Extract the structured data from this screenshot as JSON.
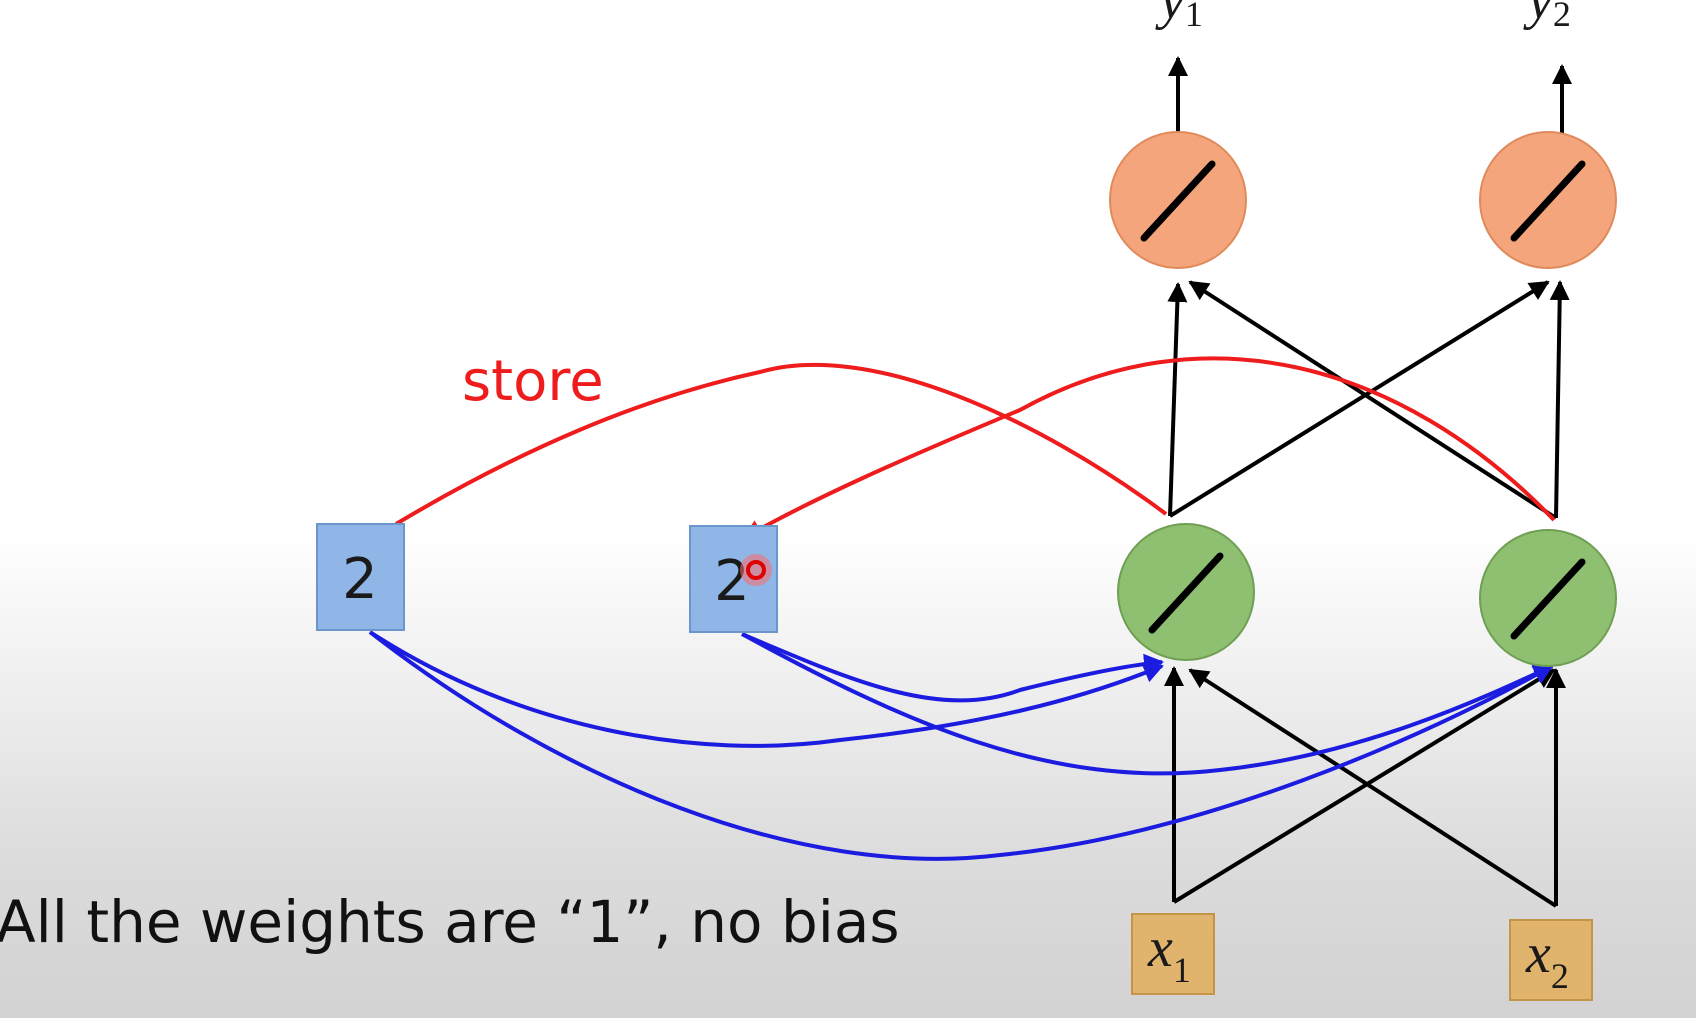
{
  "caption": "All the weights are “1”, no bias",
  "store_label": "store",
  "memory_cells": [
    {
      "name": "memory-cell-a1",
      "value": "2"
    },
    {
      "name": "memory-cell-a2",
      "value": "2"
    }
  ],
  "inputs": [
    {
      "name": "input-x1",
      "var": "x",
      "sub": "1"
    },
    {
      "name": "input-x2",
      "var": "x",
      "sub": "2"
    }
  ],
  "outputs": [
    {
      "name": "output-y1",
      "var": "y",
      "sub": "1"
    },
    {
      "name": "output-y2",
      "var": "y",
      "sub": "2"
    }
  ],
  "colors": {
    "hidden_neuron": "#8fbf70",
    "output_neuron": "#f4a57c",
    "memory_cell": "#8fb6e6",
    "input_box": "#e0b46c",
    "store_arrow": "#ee1c1c",
    "memory_arrow": "#1c1ce0",
    "weight_arrow": "#000000"
  },
  "activation_icon": "linear-activation-icon",
  "cursor_icon": "red-cursor-icon"
}
